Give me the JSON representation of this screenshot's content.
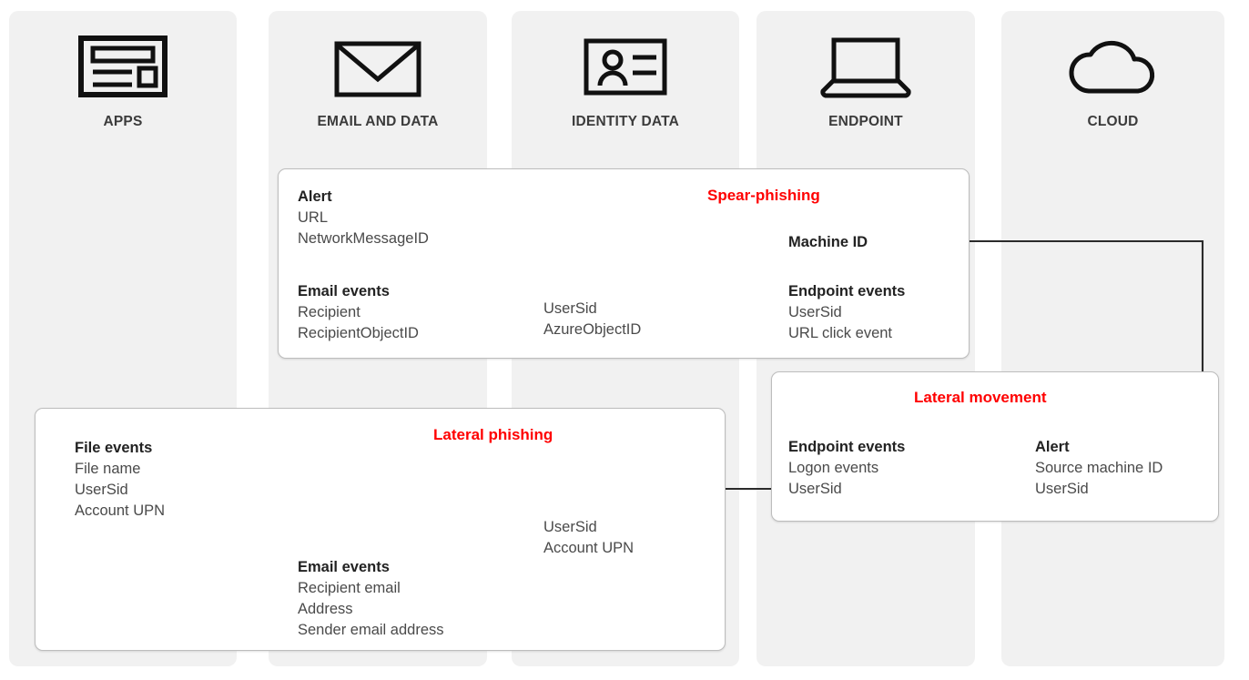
{
  "diagram": {
    "title_colors": {
      "accent_red": "#ff0000",
      "band_gray": "#f1f1f1",
      "text_gray": "#4a4a4a",
      "heading_dark": "#222222"
    },
    "columns": [
      {
        "id": "apps",
        "label": "APPS",
        "icon": "browser-window-icon"
      },
      {
        "id": "email-data",
        "label": "EMAIL AND DATA",
        "icon": "envelope-icon"
      },
      {
        "id": "identity-data",
        "label": "IDENTITY DATA",
        "icon": "id-card-icon"
      },
      {
        "id": "endpoint",
        "label": "ENDPOINT",
        "icon": "laptop-icon"
      },
      {
        "id": "cloud",
        "label": "CLOUD",
        "icon": "cloud-icon"
      }
    ],
    "cards": [
      {
        "id": "spear-phishing",
        "title": "Spear-phishing",
        "blocks": [
          {
            "id": "sp-alert",
            "heading": "Alert",
            "items": [
              "URL",
              "NetworkMessageID"
            ]
          },
          {
            "id": "sp-email",
            "heading": "Email events",
            "items": [
              "Recipient",
              "RecipientObjectID"
            ]
          },
          {
            "id": "sp-identity",
            "heading": "",
            "items": [
              "UserSid",
              "AzureObjectID"
            ]
          },
          {
            "id": "sp-machine",
            "heading": "Machine ID",
            "items": []
          },
          {
            "id": "sp-endpoint",
            "heading": "Endpoint events",
            "items": [
              "UserSid",
              "URL click event"
            ]
          }
        ]
      },
      {
        "id": "lateral-movement",
        "title": "Lateral movement",
        "blocks": [
          {
            "id": "lm-endpoint",
            "heading": "Endpoint events",
            "items": [
              "Logon events",
              "UserSid"
            ]
          },
          {
            "id": "lm-alert",
            "heading": "Alert",
            "items": [
              "Source machine ID",
              "UserSid"
            ]
          }
        ]
      },
      {
        "id": "lateral-phishing",
        "title": "Lateral phishing",
        "blocks": [
          {
            "id": "lp-file",
            "heading": "File events",
            "items": [
              "File name",
              "UserSid",
              "Account UPN"
            ]
          },
          {
            "id": "lp-identity",
            "heading": "",
            "items": [
              "UserSid",
              "Account UPN"
            ]
          },
          {
            "id": "lp-email",
            "heading": "Email events",
            "items": [
              "Recipient email",
              "Address",
              "Sender email address"
            ]
          }
        ]
      }
    ]
  }
}
